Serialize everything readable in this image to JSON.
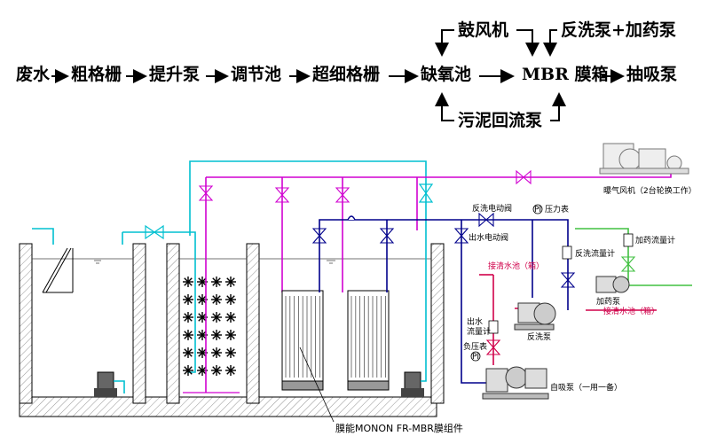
{
  "flow": {
    "steps": [
      "废水",
      "粗格栅",
      "提升泵",
      "调节池",
      "超细格栅",
      "缺氧池",
      "MBR 膜箱",
      "抽吸泵"
    ],
    "blower": "鼓风机",
    "backwash_dosing": "反洗泵+加药泵",
    "sludge_return": "污泥回流泵"
  },
  "labels": {
    "aeration_blower": "曝气风机（2台轮换工作）",
    "backwash_valve": "反洗电动阀",
    "pressure_gauge": "压力表",
    "pressure_gauge_symbol": "PI",
    "outlet_valve": "出水电动阀",
    "dosing_flowmeter": "加药流量计",
    "backwash_flowmeter": "反洗流量计",
    "clean_tank_1": "接清水池（箱）",
    "clean_tank_2": "接清水池（箱）",
    "dosing_pump": "加药泵",
    "outlet_flowmeter": "出水\n流量计",
    "negative_pressure": "负压表",
    "negative_symbol": "PI",
    "backwash_pump": "反洗泵",
    "suction_pump": "自吸泵（一用一备）",
    "membrane_module": "膜能MONON FR-MBR膜组件"
  },
  "colors": {
    "cyan": "#00c0d0",
    "magenta": "#d000d0",
    "navy": "#00008b",
    "green": "#40c040",
    "red": "#d0004a",
    "gray": "#9a9a9a"
  }
}
